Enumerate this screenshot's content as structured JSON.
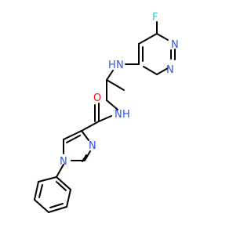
{
  "atoms": {
    "fluorine": {
      "label": "F",
      "color": "#33cccc"
    },
    "pyrimidine_n_top": {
      "label": "N",
      "color": "#3050f8"
    },
    "pyrimidine_n_bottom": {
      "label": "N",
      "color": "#3050f8"
    },
    "amine_nh": {
      "label": "N",
      "hydrogen": "H",
      "color": "#3050f8"
    },
    "amide_nh": {
      "label": "N",
      "hydrogen": "H",
      "color": "#3050f8"
    },
    "carbonyl_o": {
      "label": "O",
      "color": "#ff0d0d"
    },
    "imidazole_n3": {
      "label": "N",
      "color": "#3050f8"
    },
    "imidazole_n1": {
      "label": "N",
      "color": "#3050f8"
    }
  },
  "bond_color": "#000000"
}
